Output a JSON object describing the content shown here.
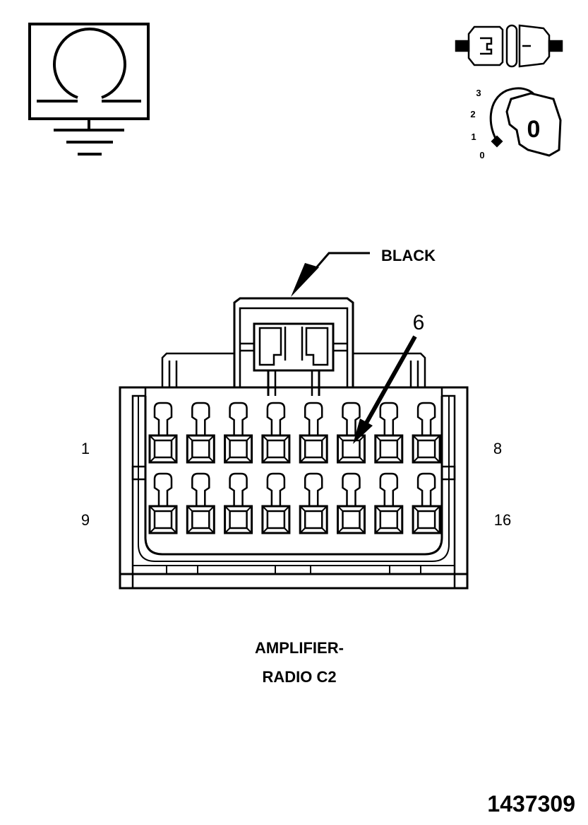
{
  "icons": {
    "ohmmeter": "ohmmeter-ground-icon",
    "connector_disconnect": "connector-disconnect-icon",
    "ignition_key": "ignition-key-icon"
  },
  "ignition": {
    "positions": [
      "3",
      "2",
      "1",
      "0"
    ],
    "key_label": "0"
  },
  "connector": {
    "color_label": "BLACK",
    "probe_pin": "6",
    "row1_left": "1",
    "row1_right": "8",
    "row2_left": "9",
    "row2_right": "16",
    "pins_per_row": 8,
    "title_line1": "AMPLIFIER-",
    "title_line2": "RADIO C2"
  },
  "figure_id": "1437309",
  "colors": {
    "ink": "#000000",
    "paper": "#ffffff"
  }
}
